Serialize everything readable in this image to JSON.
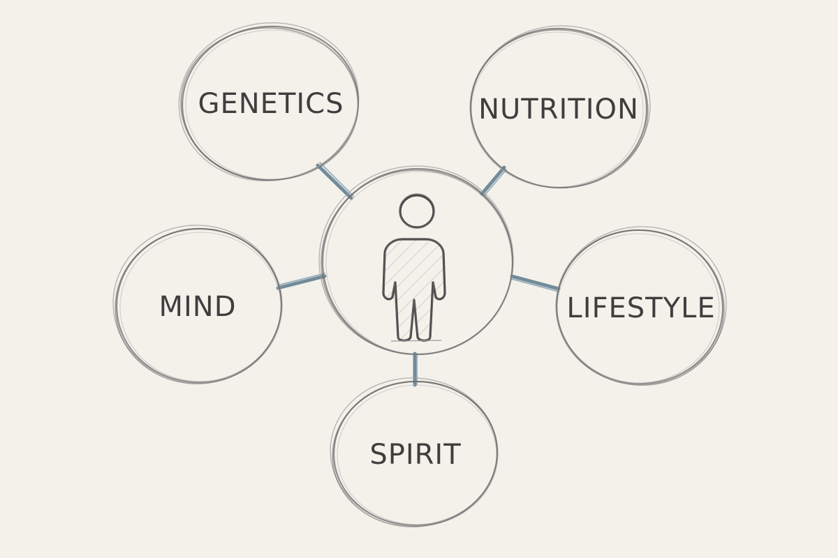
{
  "diagram": {
    "type": "hub-and-spoke mind map",
    "style": "pencil sketch",
    "colors": {
      "background": "#f4f1eb",
      "ink": "#3e3e3e",
      "connector": "#5b7a8c"
    },
    "center": {
      "label": "",
      "icon": "person-icon"
    },
    "nodes": [
      {
        "id": "genetics",
        "label": "GENETICS"
      },
      {
        "id": "nutrition",
        "label": "NUTRITION"
      },
      {
        "id": "mind",
        "label": "MIND"
      },
      {
        "id": "lifestyle",
        "label": "LIFESTYLE"
      },
      {
        "id": "spirit",
        "label": "SPIRIT"
      }
    ]
  }
}
